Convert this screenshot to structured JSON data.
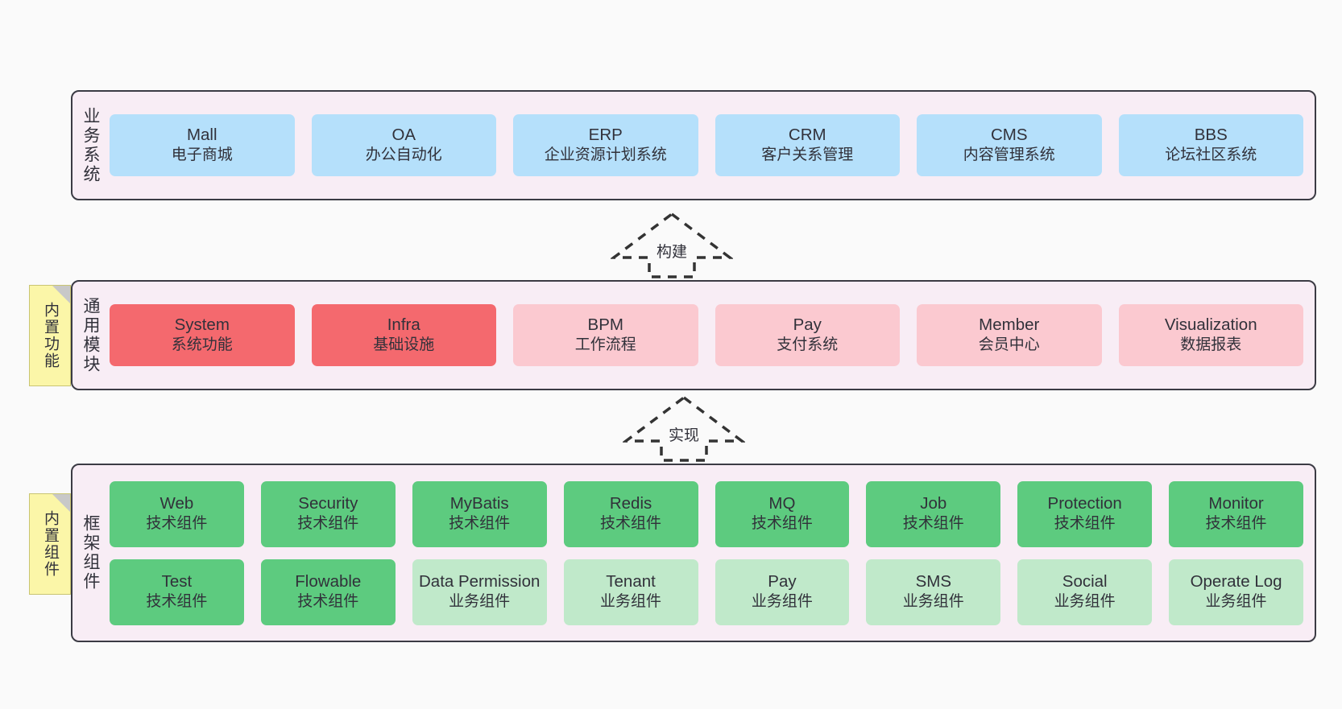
{
  "diagram": {
    "notes": [
      {
        "id": "builtin-function",
        "label": "内置功能"
      },
      {
        "id": "builtin-component",
        "label": "内置组件"
      }
    ],
    "connectors": [
      {
        "id": "build",
        "label": "构建",
        "style": "dashed-block-arrow-up"
      },
      {
        "id": "implement",
        "label": "实现",
        "style": "dashed-block-arrow-up"
      }
    ],
    "layers": [
      {
        "id": "business-system",
        "title": "业务系统",
        "rows": [
          {
            "cards": [
              {
                "en": "Mall",
                "cn": "电子商城",
                "color": "#b5e0fb"
              },
              {
                "en": "OA",
                "cn": "办公自动化",
                "color": "#b5e0fb"
              },
              {
                "en": "ERP",
                "cn": "企业资源计划系统",
                "color": "#b5e0fb"
              },
              {
                "en": "CRM",
                "cn": "客户关系管理",
                "color": "#b5e0fb"
              },
              {
                "en": "CMS",
                "cn": "内容管理系统",
                "color": "#b5e0fb"
              },
              {
                "en": "BBS",
                "cn": "论坛社区系统",
                "color": "#b5e0fb"
              }
            ]
          }
        ]
      },
      {
        "id": "common-module",
        "title": "通用模块",
        "rows": [
          {
            "cards": [
              {
                "en": "System",
                "cn": "系统功能",
                "color": "#f4696e"
              },
              {
                "en": "Infra",
                "cn": "基础设施",
                "color": "#f4696e"
              },
              {
                "en": "BPM",
                "cn": "工作流程",
                "color": "#fbc9d0"
              },
              {
                "en": "Pay",
                "cn": "支付系统",
                "color": "#fbc9d0"
              },
              {
                "en": "Member",
                "cn": "会员中心",
                "color": "#fbc9d0"
              },
              {
                "en": "Visualization",
                "cn": "数据报表",
                "color": "#fbc9d0"
              }
            ]
          }
        ]
      },
      {
        "id": "framework-component",
        "title": "框架组件",
        "rows": [
          {
            "cards": [
              {
                "en": "Web",
                "cn": "技术组件",
                "color": "#5dcb7f"
              },
              {
                "en": "Security",
                "cn": "技术组件",
                "color": "#5dcb7f"
              },
              {
                "en": "MyBatis",
                "cn": "技术组件",
                "color": "#5dcb7f"
              },
              {
                "en": "Redis",
                "cn": "技术组件",
                "color": "#5dcb7f"
              },
              {
                "en": "MQ",
                "cn": "技术组件",
                "color": "#5dcb7f"
              },
              {
                "en": "Job",
                "cn": "技术组件",
                "color": "#5dcb7f"
              },
              {
                "en": "Protection",
                "cn": "技术组件",
                "color": "#5dcb7f"
              },
              {
                "en": "Monitor",
                "cn": "技术组件",
                "color": "#5dcb7f"
              }
            ]
          },
          {
            "cards": [
              {
                "en": "Test",
                "cn": "技术组件",
                "color": "#5dcb7f"
              },
              {
                "en": "Flowable",
                "cn": "技术组件",
                "color": "#5dcb7f"
              },
              {
                "en": "Data Permission",
                "cn": "业务组件",
                "color": "#c0e9ca"
              },
              {
                "en": "Tenant",
                "cn": "业务组件",
                "color": "#c0e9ca"
              },
              {
                "en": "Pay",
                "cn": "业务组件",
                "color": "#c0e9ca"
              },
              {
                "en": "SMS",
                "cn": "业务组件",
                "color": "#c0e9ca"
              },
              {
                "en": "Social",
                "cn": "业务组件",
                "color": "#c0e9ca"
              },
              {
                "en": "Operate Log",
                "cn": "业务组件",
                "color": "#c0e9ca"
              }
            ]
          }
        ]
      }
    ]
  }
}
